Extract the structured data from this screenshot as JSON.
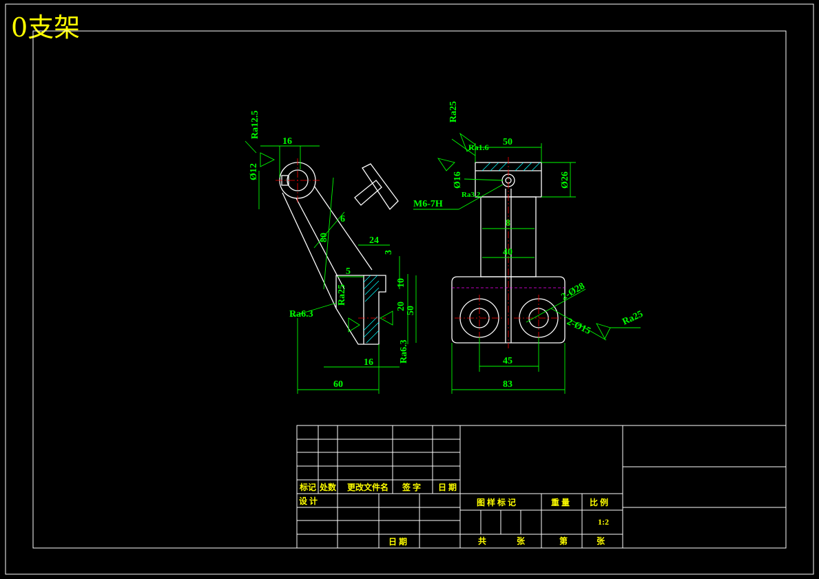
{
  "title": "0支架",
  "colors": {
    "background": "#000000",
    "outline": "#ffffff",
    "dimension": "#00ff00",
    "centerline": "#ff0000",
    "hatch": "#00ffff",
    "hidden": "#ff00ff",
    "text": "#ffff00"
  },
  "front_view": {
    "dimensions": [
      "16",
      "Ø12",
      "80",
      "6",
      "24",
      "3",
      "5",
      "10",
      "20",
      "50",
      "16",
      "60"
    ],
    "roughness": [
      "Ra12.5",
      "Ra25",
      "Ra6.3",
      "Ra6.3"
    ]
  },
  "side_view": {
    "dimensions": [
      "50",
      "Ø16",
      "Ø26",
      "8",
      "40",
      "2-Ø28",
      "2-Ø15",
      "45",
      "83"
    ],
    "thread": "M6-7H",
    "roughness": [
      "Ra25",
      "Ra1.6",
      "Ra3.2",
      "Ra25"
    ]
  },
  "title_block": {
    "revision_headers": [
      "标记",
      "处数",
      "更改文件名",
      "签 字",
      "日 期"
    ],
    "design": "设 计",
    "date": "日 期",
    "drawing_mark": "图 样 标 记",
    "weight": "重 量",
    "scale_label": "比 例",
    "scale": "1:2",
    "total": "共",
    "sheets": "张",
    "sheet_no": "第",
    "sheets2": "张"
  }
}
